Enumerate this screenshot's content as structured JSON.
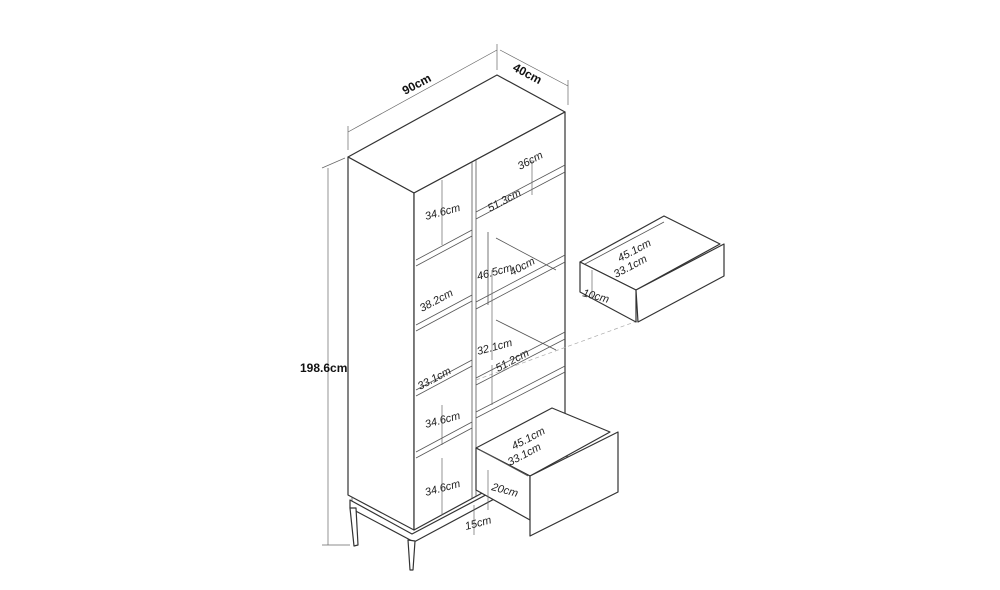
{
  "dimensions": {
    "width": "90cm",
    "depth": "40cm",
    "height": "198.6cm",
    "top_right_depth": "36cm",
    "top_right_width": "51.3cm",
    "left_shelf_1": "34.6cm",
    "left_shelf_2_depth": "38.2cm",
    "left_shelf_3_depth": "33.1cm",
    "left_shelf_4": "34.6cm",
    "left_shelf_5": "34.6cm",
    "middle_open_height": "46.5cm",
    "middle_open_depth": "40cm",
    "lower_open_height": "32.1cm",
    "lower_open_width": "51.2cm",
    "leg_height": "15cm",
    "lower_drawer_width": "45.1cm",
    "lower_drawer_depth": "33.1cm",
    "lower_drawer_height": "20cm",
    "upper_drawer_width": "45.1cm",
    "upper_drawer_depth": "33.1cm",
    "upper_drawer_height": "10cm"
  }
}
